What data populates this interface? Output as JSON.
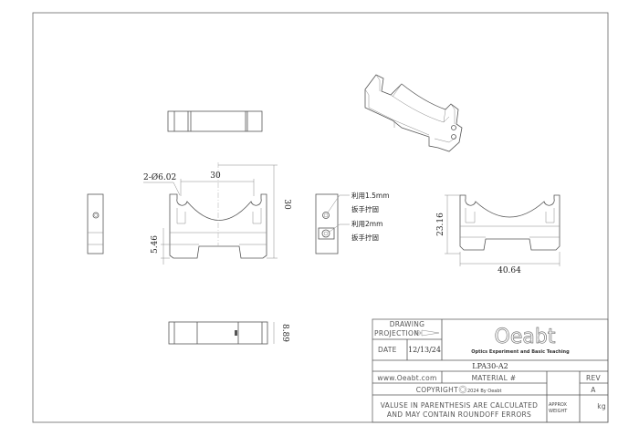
{
  "drawing": {
    "dimensions": {
      "hole_callout": "2-Ø6.02",
      "width_top": "30",
      "height": "30",
      "foot_height": "5.46",
      "side_height": "23.16",
      "side_width": "40.64",
      "thickness": "8.89"
    },
    "notes": {
      "screw_1_line1": "利用1.5mm",
      "screw_1_line2": "扳手拧固",
      "screw_2_line1": "利用2mm",
      "screw_2_line2": "扳手拧固"
    }
  },
  "title_block": {
    "drawing_label": "DRAWING",
    "projection_label": "PROJECTION",
    "date_label": "DATE",
    "date_value": "12/13/24",
    "logo_text": "Oeabt",
    "logo_subtitle": "Optics Experiment and Basic Teaching",
    "part_number": "LPA30-A2",
    "website": "www.Oeabt.com",
    "material_label": "MATERIAL #",
    "rev_label": "REV",
    "rev_value": "A",
    "copyright_label": "COPYRIGHT",
    "copyright_year": "2024 By Oeabt",
    "note_line1": "VALUSE IN PARENTHESIS ARE CALCULATED",
    "note_line2": "AND MAY CONTAIN ROUNDOFF ERRORS",
    "approx_label": "APPROX",
    "weight_label": "WEIGHT",
    "weight_unit": "kg"
  }
}
